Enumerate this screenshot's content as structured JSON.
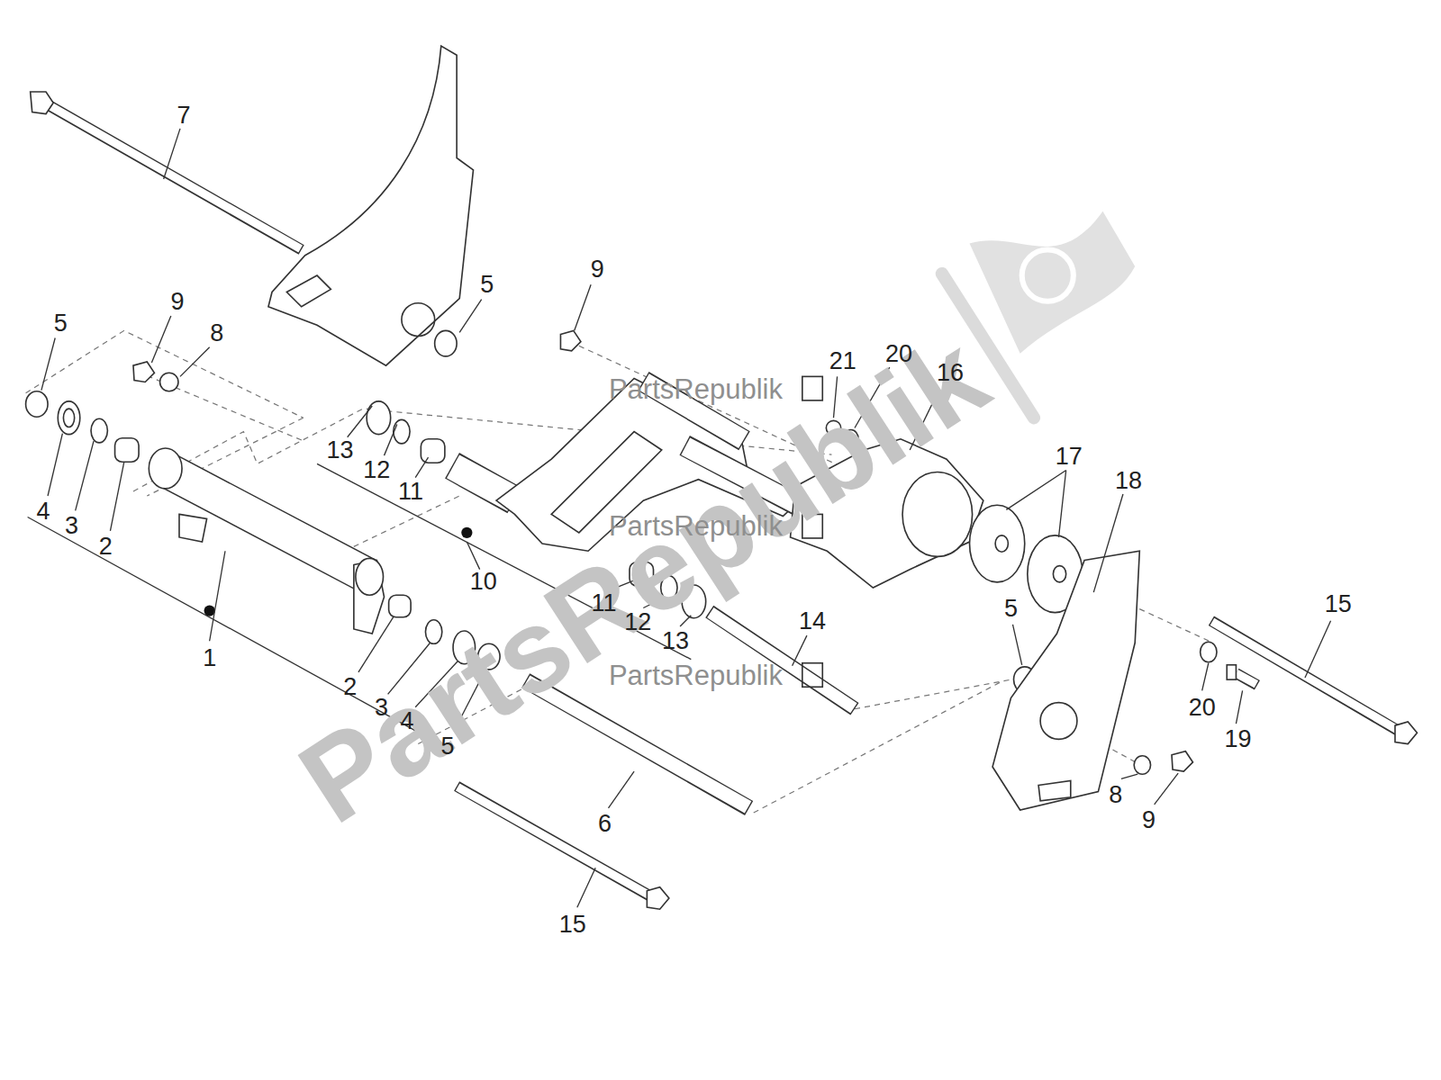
{
  "diagram": {
    "labels": [
      "7",
      "5",
      "9",
      "9",
      "8",
      "5",
      "21",
      "20",
      "16",
      "17",
      "18",
      "13",
      "12",
      "11",
      "4",
      "3",
      "2",
      "10",
      "11",
      "12",
      "13",
      "14",
      "15",
      "5",
      "1",
      "2",
      "3",
      "4",
      "5",
      "20",
      "19",
      "8",
      "9",
      "6",
      "15",
      "PartsRepublik",
      "PartsRepublik",
      "PartsRepublik",
      "PartsRepublik"
    ]
  }
}
